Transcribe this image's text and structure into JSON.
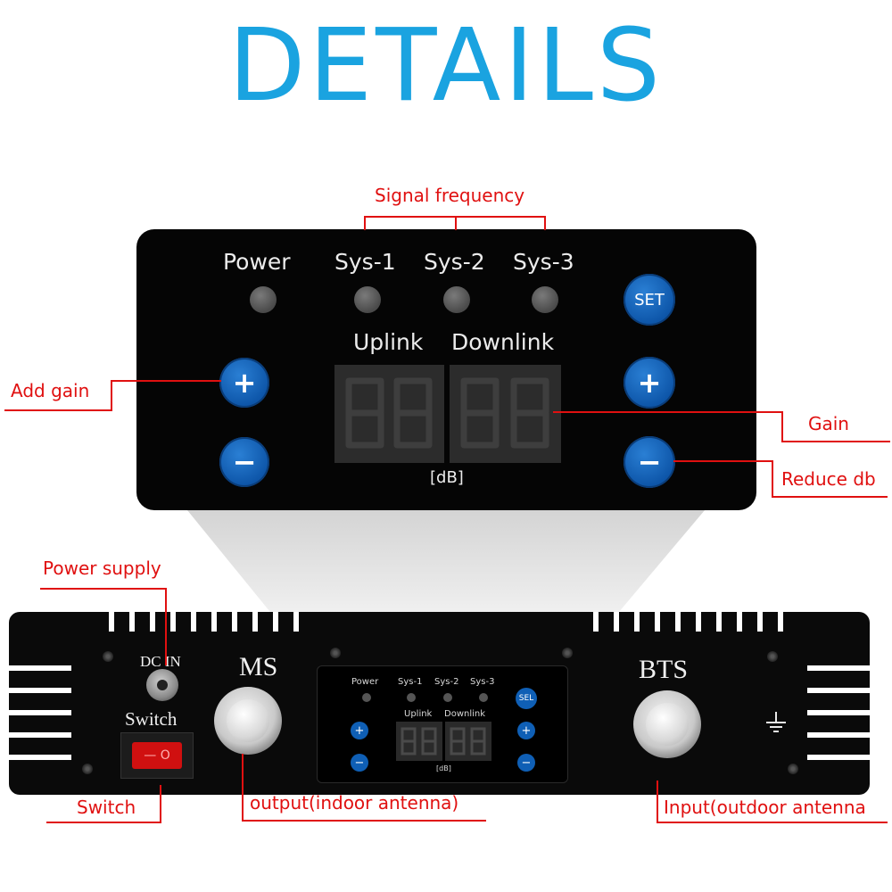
{
  "title": "DETAILS",
  "colors": {
    "title": "#1aa3e0",
    "annotation": "#e01010",
    "panel": "#050505",
    "button": "#0d5bb0",
    "led": "#5a5a5a",
    "display": "#2c2c2c"
  },
  "annotations": {
    "signal_frequency": "Signal frequency",
    "add_gain": "Add gain",
    "gain": "Gain",
    "reduce_db": "Reduce db",
    "power_supply": "Power supply",
    "switch": "Switch",
    "output": "output(indoor antenna)",
    "input": "Input(outdoor antenna"
  },
  "panel": {
    "power": "Power",
    "sys1": "Sys-1",
    "sys2": "Sys-2",
    "sys3": "Sys-3",
    "set": "SET",
    "uplink": "Uplink",
    "downlink": "Downlink",
    "unit": "[dB]",
    "plus": "+",
    "minus": "−",
    "digits_uplink": "88",
    "digits_downlink": "88"
  },
  "device": {
    "dc_in": "DC IN",
    "switch": "Switch",
    "ms": "MS",
    "bts": "BTS",
    "switch_symbols": "— O",
    "mini": {
      "power": "Power",
      "sys1": "Sys-1",
      "sys2": "Sys-2",
      "sys3": "Sys-3",
      "sel": "SEL",
      "uplink": "Uplink",
      "downlink": "Downlink",
      "unit": "[dB]",
      "plus": "+",
      "minus": "−",
      "digits_uplink": "88",
      "digits_downlink": "88"
    }
  }
}
